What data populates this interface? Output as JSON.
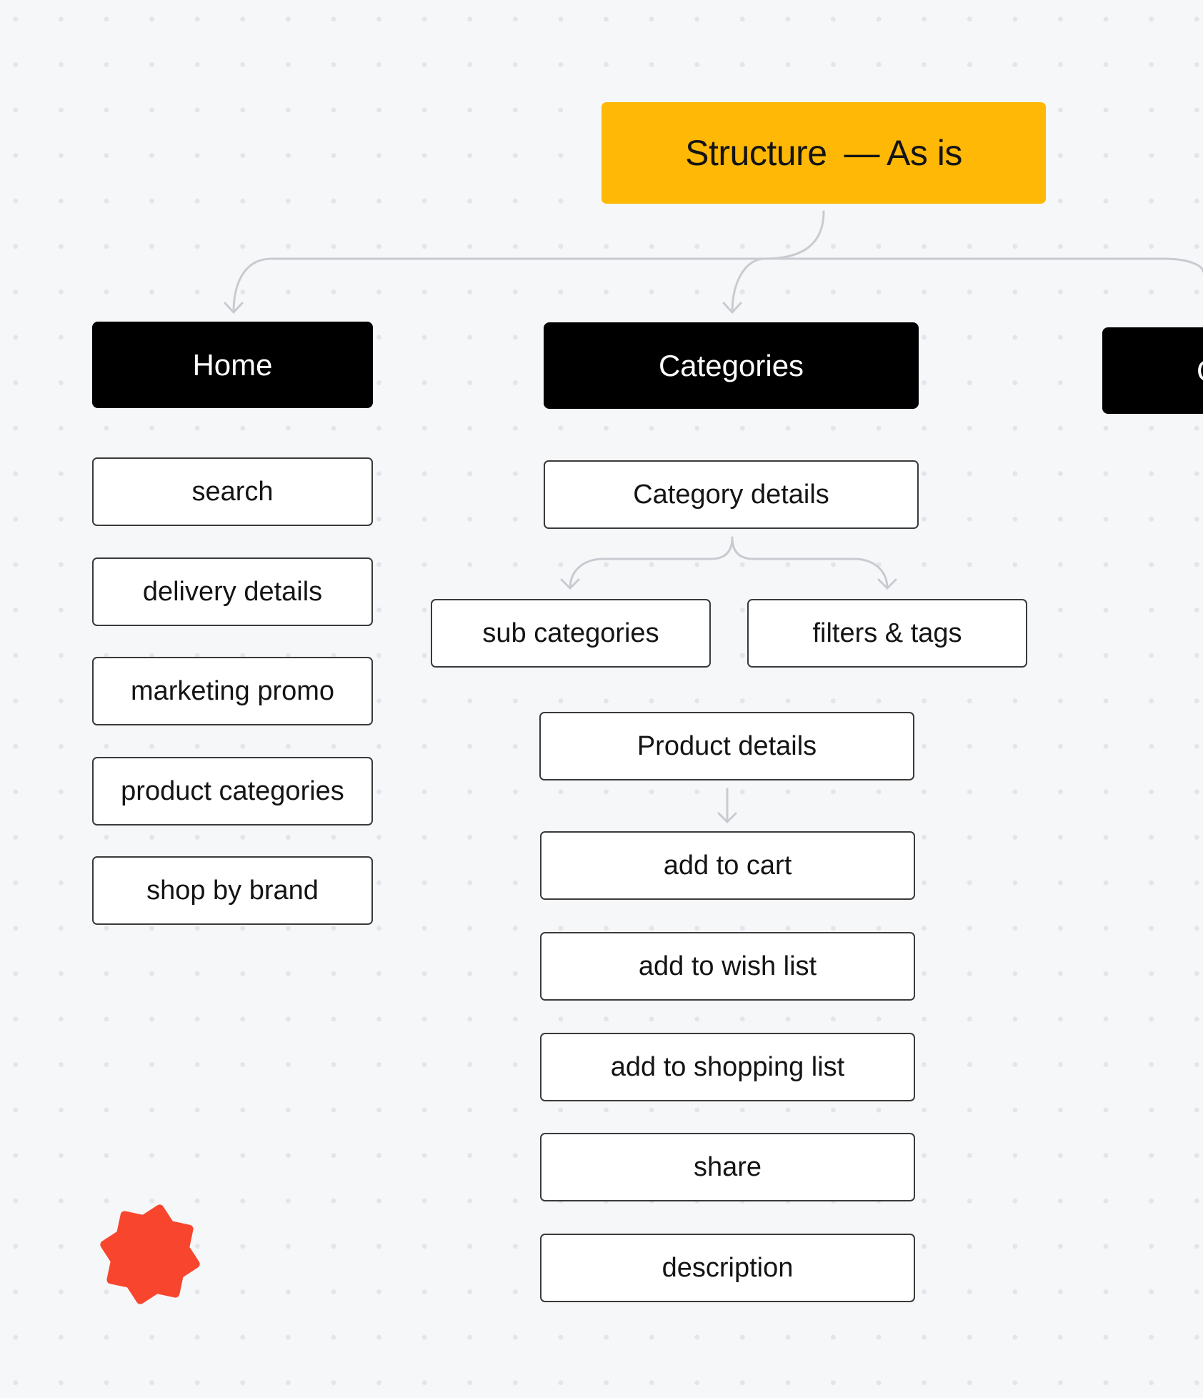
{
  "title": {
    "main": "Structure",
    "dash": "—",
    "suffix": "As is",
    "color": "#ffb806"
  },
  "sections": {
    "home": {
      "label": "Home",
      "items": [
        "search",
        "delivery details",
        "marketing promo",
        "product categories",
        "shop by brand"
      ]
    },
    "categories": {
      "label": "Categories",
      "details": "Category details",
      "sub_categories": "sub categories",
      "filters_tags": "filters & tags",
      "product_details": "Product details",
      "product_actions": [
        "add to cart",
        "add to wish list",
        "add to shopping list",
        "share",
        "description"
      ]
    },
    "third": {
      "label": "C"
    }
  },
  "colors": {
    "accent": "#ffb806",
    "section_bg": "#000000",
    "connector": "#c8cbd0",
    "badge": "#f8452d",
    "background": "#f6f7f9"
  },
  "badge_icon": "red-starburst-badge-icon"
}
